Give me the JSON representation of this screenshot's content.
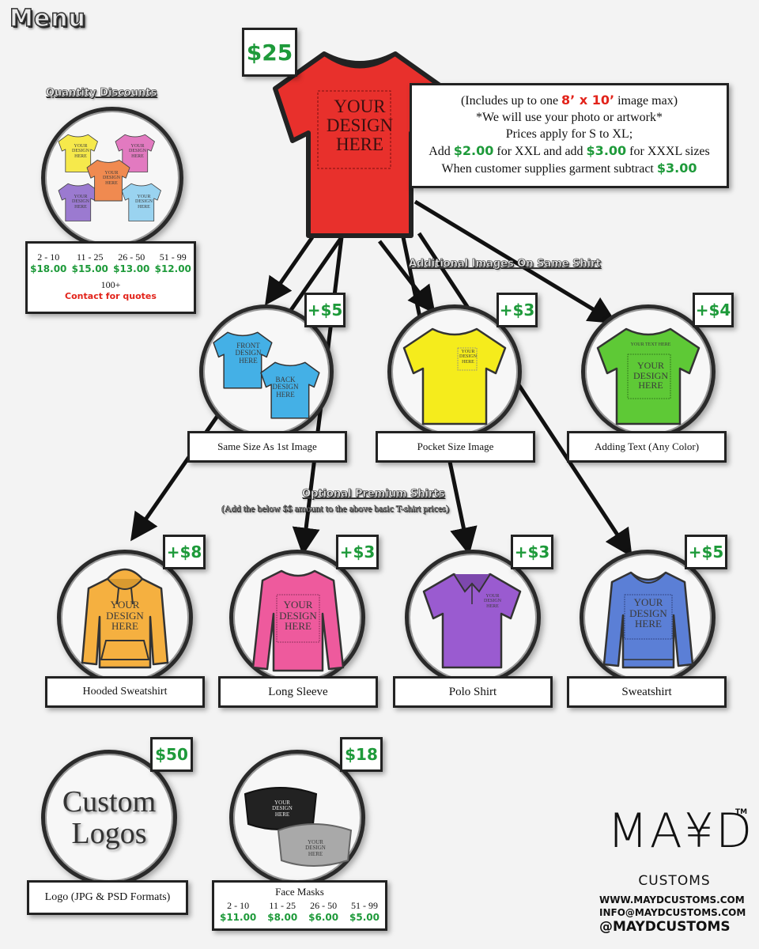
{
  "page": {
    "title": "Menu"
  },
  "base_shirt": {
    "price": "$25",
    "design_text": [
      "YOUR",
      "DESIGN",
      "HERE"
    ],
    "info_lines": [
      [
        "(Includes up to one ",
        "8’ x 10’",
        " image max)"
      ],
      [
        "*We will use your photo or artwork*"
      ],
      [
        "Prices apply for S to XL;"
      ],
      [
        "Add ",
        "$2.00",
        " for XXL and add ",
        "$3.00",
        " for XXXL sizes"
      ],
      [
        "When customer supplies garment subtract ",
        "$3.00"
      ]
    ]
  },
  "quantity_discounts": {
    "heading": "Quantity Discounts",
    "tiers": [
      {
        "range": "2 - 10",
        "price": "$18.00"
      },
      {
        "range": "11 - 25",
        "price": "$15.00"
      },
      {
        "range": "26 - 50",
        "price": "$13.00"
      },
      {
        "range": "51 - 99",
        "price": "$12.00"
      }
    ],
    "bulk": "100+",
    "contact": "Contact for quotes",
    "shirt_text": [
      "YOUR",
      "DESIGN",
      "HERE"
    ]
  },
  "additional_heading": "Additional Images On Same Shirt",
  "additional": [
    {
      "price": "+$5",
      "label": "Same Size As 1st Image",
      "front": [
        "FRONT",
        "DESIGN",
        "HERE"
      ],
      "back": [
        "BACK",
        "DESIGN",
        "HERE"
      ]
    },
    {
      "price": "+$3",
      "label": "Pocket Size Image",
      "design": [
        "YOUR",
        "DESIGN",
        "HERE"
      ]
    },
    {
      "price": "+$4",
      "label": "Adding Text (Any Color)",
      "small_text": "YOUR TEXT HERE",
      "design": [
        "YOUR",
        "DESIGN",
        "HERE"
      ]
    }
  ],
  "premium_heading": "Optional Premium Shirts",
  "premium_subheading": "(Add the below $$ amount to the above basic T-shirt prices)",
  "premium": [
    {
      "price": "+$8",
      "label": "Hooded Sweatshirt",
      "design": [
        "YOUR",
        "DESIGN",
        "HERE"
      ]
    },
    {
      "price": "+$3",
      "label": "Long Sleeve",
      "design": [
        "YOUR",
        "DESIGN",
        "HERE"
      ]
    },
    {
      "price": "+$3",
      "label": "Polo Shirt",
      "design": [
        "YOUR",
        "DESIGN",
        "HERE"
      ]
    },
    {
      "price": "+$5",
      "label": "Sweatshirt",
      "design": [
        "YOUR",
        "DESIGN",
        "HERE"
      ]
    }
  ],
  "logos": {
    "price": "$50",
    "title_lines": [
      "Custom",
      "Logos"
    ],
    "label": "Logo (JPG & PSD Formats)"
  },
  "masks": {
    "price": "$18",
    "label": "Face Masks",
    "design": [
      "YOUR",
      "DESIGN",
      "HERE"
    ],
    "tiers": [
      {
        "range": "2 - 10",
        "price": "$11.00"
      },
      {
        "range": "11 - 25",
        "price": "$8.00"
      },
      {
        "range": "26 - 50",
        "price": "$6.00"
      },
      {
        "range": "51 - 99",
        "price": "$5.00"
      }
    ]
  },
  "brand": {
    "logo": "MA¥D",
    "tm": "TM",
    "sub": "CUSTOMS",
    "website": "WWW.MAYDCUSTOMS.COM",
    "email": "INFO@MAYDCUSTOMS.COM",
    "handle": "@MAYDCUSTOMS"
  },
  "colors": {
    "base": "#e8302c",
    "yellow": "#f6e94b",
    "pink": "#e27ac0",
    "orange": "#f08a50",
    "purple": "#9b7ad0",
    "lightblue": "#9ad3f0",
    "sky": "#44b0e6",
    "lemon": "#f5ec1c",
    "green": "#5ec936",
    "hood": "#f5b040",
    "longsleeve": "#ee5a9d",
    "polo": "#9a5bd0",
    "sweat": "#5b7fd6",
    "accent_green": "#1e9a3a",
    "accent_red": "#e2231a"
  }
}
